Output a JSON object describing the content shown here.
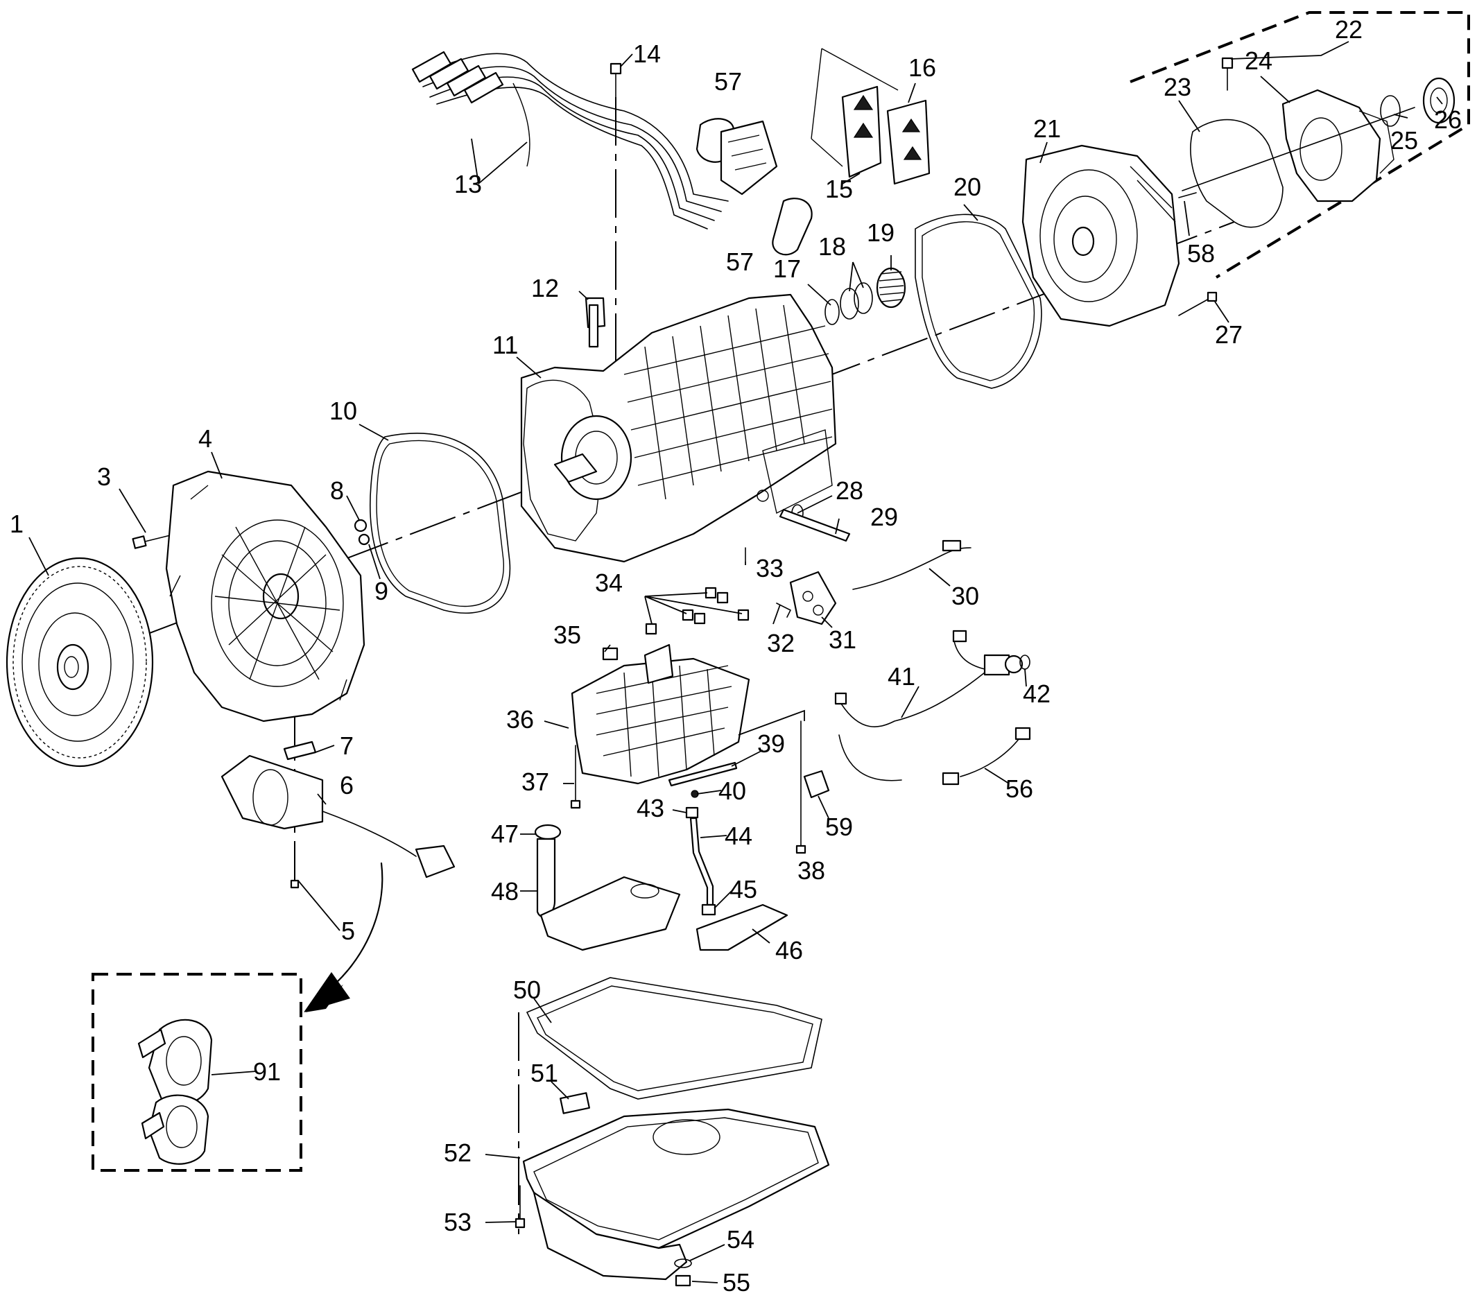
{
  "diagram": {
    "callouts": {
      "c1": "1",
      "c3": "3",
      "c4": "4",
      "c5": "5",
      "c6": "6",
      "c7": "7",
      "c8": "8",
      "c9": "9",
      "c10": "10",
      "c11": "11",
      "c12": "12",
      "c13": "13",
      "c14": "14",
      "c15": "15",
      "c16": "16",
      "c17": "17",
      "c18": "18",
      "c19": "19",
      "c20": "20",
      "c21": "21",
      "c22": "22",
      "c23": "23",
      "c24": "24",
      "c25": "25",
      "c26": "26",
      "c27": "27",
      "c28": "28",
      "c29": "29",
      "c30": "30",
      "c31": "31",
      "c32": "32",
      "c33": "33",
      "c34": "34",
      "c35": "35",
      "c36": "36",
      "c37": "37",
      "c38": "38",
      "c39": "39",
      "c40": "40",
      "c41": "41",
      "c42": "42",
      "c43": "43",
      "c44": "44",
      "c45": "45",
      "c46": "46",
      "c47": "47",
      "c48": "48",
      "c50": "50",
      "c51": "51",
      "c52": "52",
      "c53": "53",
      "c54": "54",
      "c55": "55",
      "c56": "56",
      "c57a": "57",
      "c57b": "57",
      "c58": "58",
      "c59": "59",
      "c91": "91"
    }
  }
}
